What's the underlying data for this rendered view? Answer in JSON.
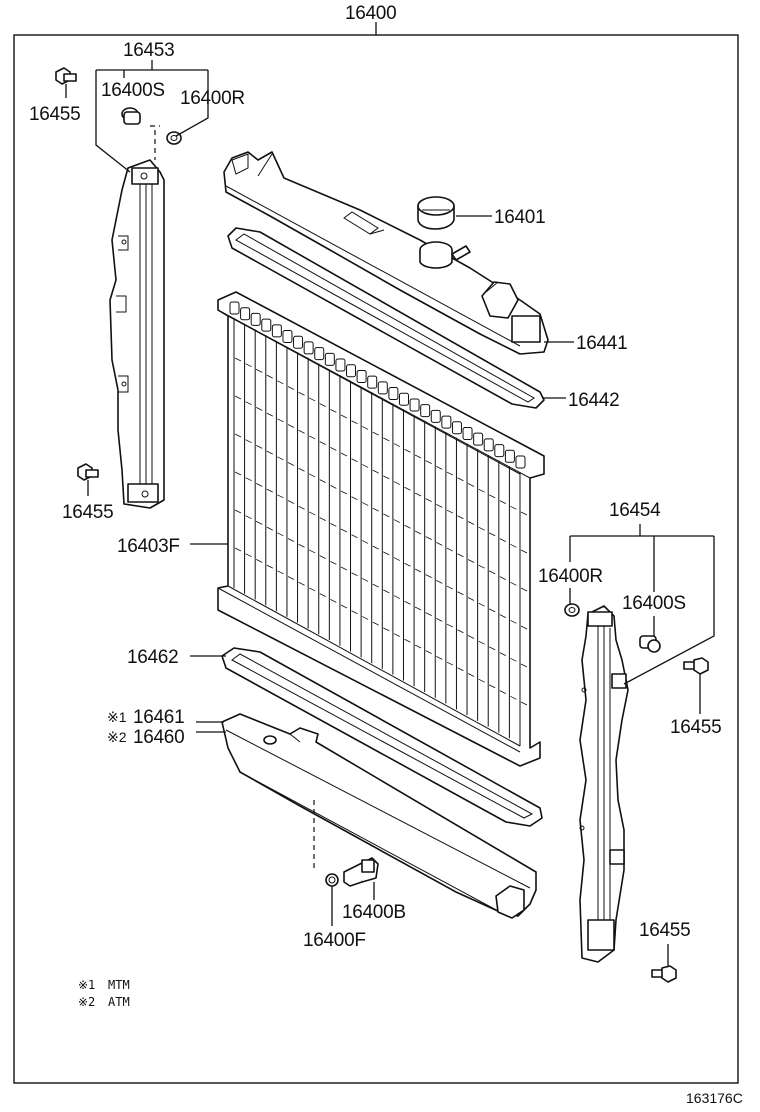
{
  "labels": {
    "assembly": "16400",
    "bracket_left": "16453",
    "bracket_right": "16454",
    "upper_tank": "16441",
    "cap": "16401",
    "upper_gasket": "16442",
    "core": "16403F",
    "lower_gasket": "16462",
    "lower_tank_mtm": "16461",
    "lower_tank_atm": "16460",
    "bolt": "16455",
    "cushion_s": "16400S",
    "cushion_r": "16400R",
    "drain_cock": "16400B",
    "drain_oring": "16400F"
  },
  "marks": {
    "m1": "※1",
    "m2": "※2"
  },
  "notes": [
    {
      "mark": "※1",
      "text": "MTM"
    },
    {
      "mark": "※2",
      "text": "ATM"
    }
  ],
  "figure_id": "163176C"
}
